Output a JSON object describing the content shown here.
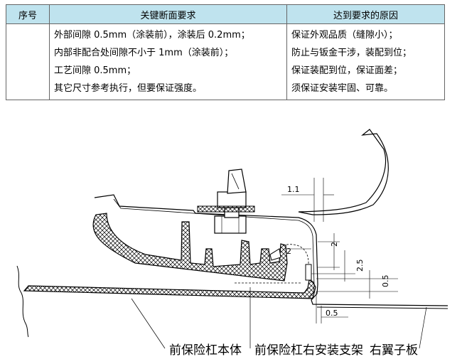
{
  "table": {
    "headers": [
      "序号",
      "关键断面要求",
      "达到要求的原因"
    ],
    "rows": [
      {
        "no": "",
        "requirements": [
          "外部间隙 0.5mm（涂装前），涂装后 0.2mm；",
          "内部非配合处间隙不小于 1mm（涂装前）；",
          "工艺间隙 0.5mm；",
          "其它尺寸参考执行，但要保证强度。"
        ],
        "reasons": [
          "保证外观品质（缝隙小）；",
          "防止与钣金干涉，装配到位；",
          "保证装配到位，保证面差；",
          "须保证安装牢固、可靠。"
        ]
      }
    ]
  },
  "drawing": {
    "dimensions": [
      "1.1",
      "2",
      "2",
      "2.5",
      "0.5",
      "0.5"
    ],
    "labels": [
      "前保险杠本体",
      "前保险杠右安装支架",
      "右翼子板"
    ]
  }
}
